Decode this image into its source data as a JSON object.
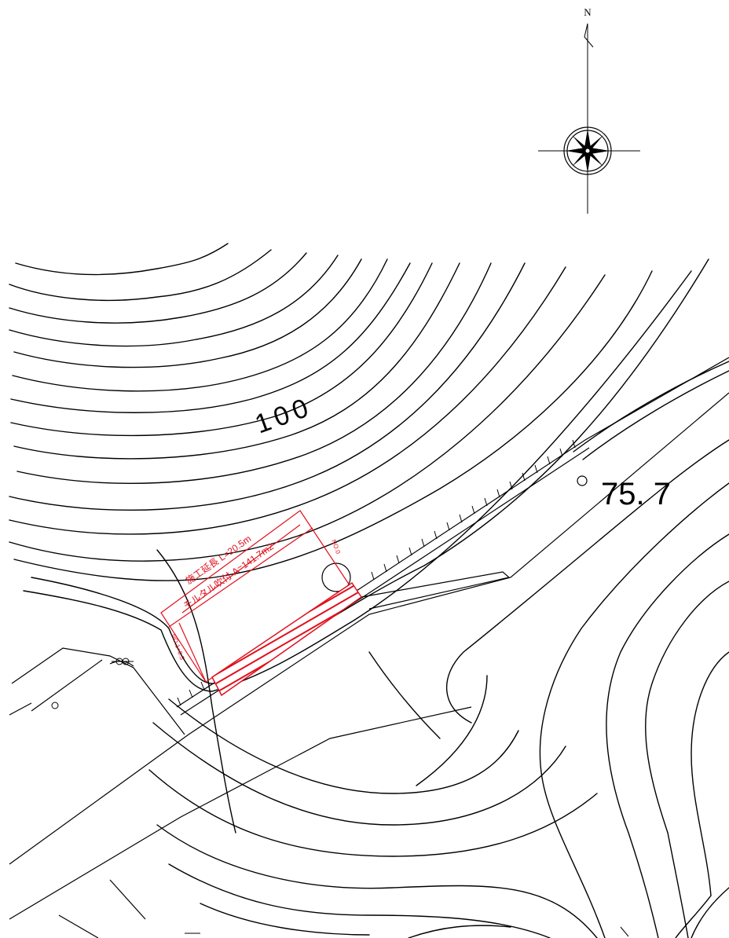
{
  "north_arrow": {
    "label": "N"
  },
  "contour_labels": {
    "major": "100"
  },
  "spot_height": {
    "value": "75. 7"
  },
  "work_area": {
    "length_label": "施工延長 L=20.5m",
    "area_label": "モルタル吹付 A=141.7m2",
    "station_start": "NO.1+0.5",
    "station_end": "NO.0"
  },
  "colors": {
    "highlight": "#e0101e",
    "line": "#000000"
  }
}
